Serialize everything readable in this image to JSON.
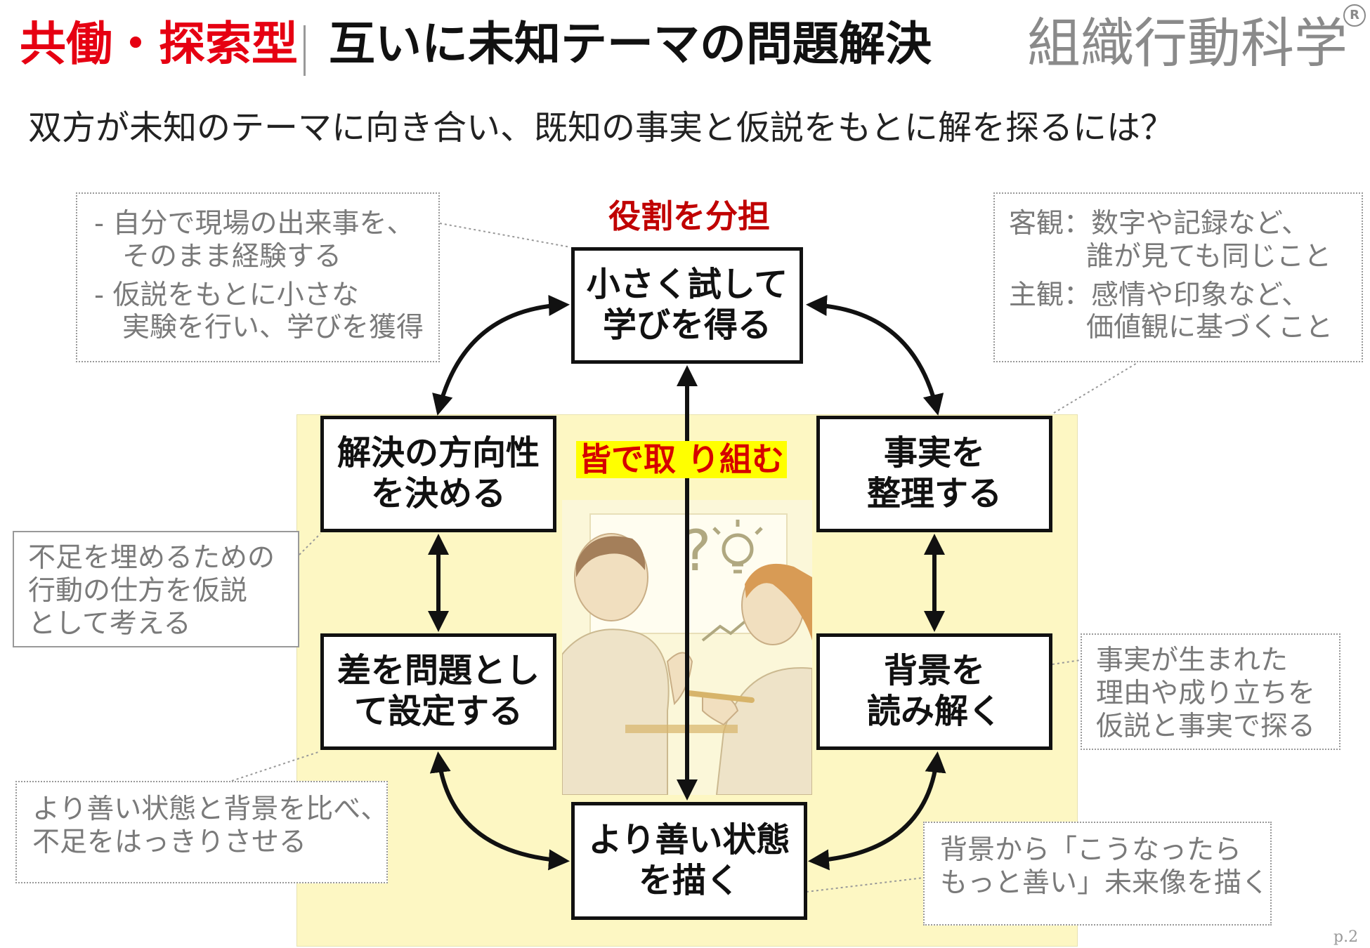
{
  "header": {
    "title_red": "共働・探索型",
    "title_main": "互いに未知テーマの問題解決",
    "brand": "組織行動科学",
    "registered_mark": "R",
    "subtitle": "双方が未知のテーマに向き合い、既知の事実と仮説をもとに解を探るには？"
  },
  "diagram": {
    "role_label": "役割を分担",
    "together_label": "皆で取 り組む",
    "steps": {
      "try": [
        "小さく試して",
        "学びを得る"
      ],
      "facts": [
        "事実を",
        "整理する"
      ],
      "background": [
        "背景を",
        "読み解く"
      ],
      "better": [
        "より善い状態",
        "を描く"
      ],
      "problem": [
        "差を問題とし",
        "て設定する"
      ],
      "direction": [
        "解決の方向性",
        "を決める"
      ]
    }
  },
  "notes": {
    "experience": [
      "- 自分で現場の出来事を、",
      "そのまま経験する",
      "- 仮説をもとに小さな",
      "実験を行い、学びを獲得"
    ],
    "objective": [
      "客観：数字や記録など、",
      "誰が見ても同じこと",
      "主観：感情や印象など、",
      "価値観に基づくこと"
    ],
    "hypothesis": [
      "不足を埋めるための",
      "行動の仕方を仮説",
      "として考える"
    ],
    "reasons": [
      "事実が生まれた",
      "理由や成り立ちを",
      "仮説と事実で探る"
    ],
    "compare": [
      "より善い状態と背景を比べ、",
      "不足をはっきりさせる"
    ],
    "future": [
      "背景から「こうなったら",
      "もっと善い」未来像を描く"
    ]
  },
  "footer": {
    "page": "p.2"
  },
  "colors": {
    "accent_red": "#e60012",
    "panel_yellow": "#fdf7c3",
    "highlight": "#ffff00",
    "note_gray": "#7a7a7a"
  }
}
